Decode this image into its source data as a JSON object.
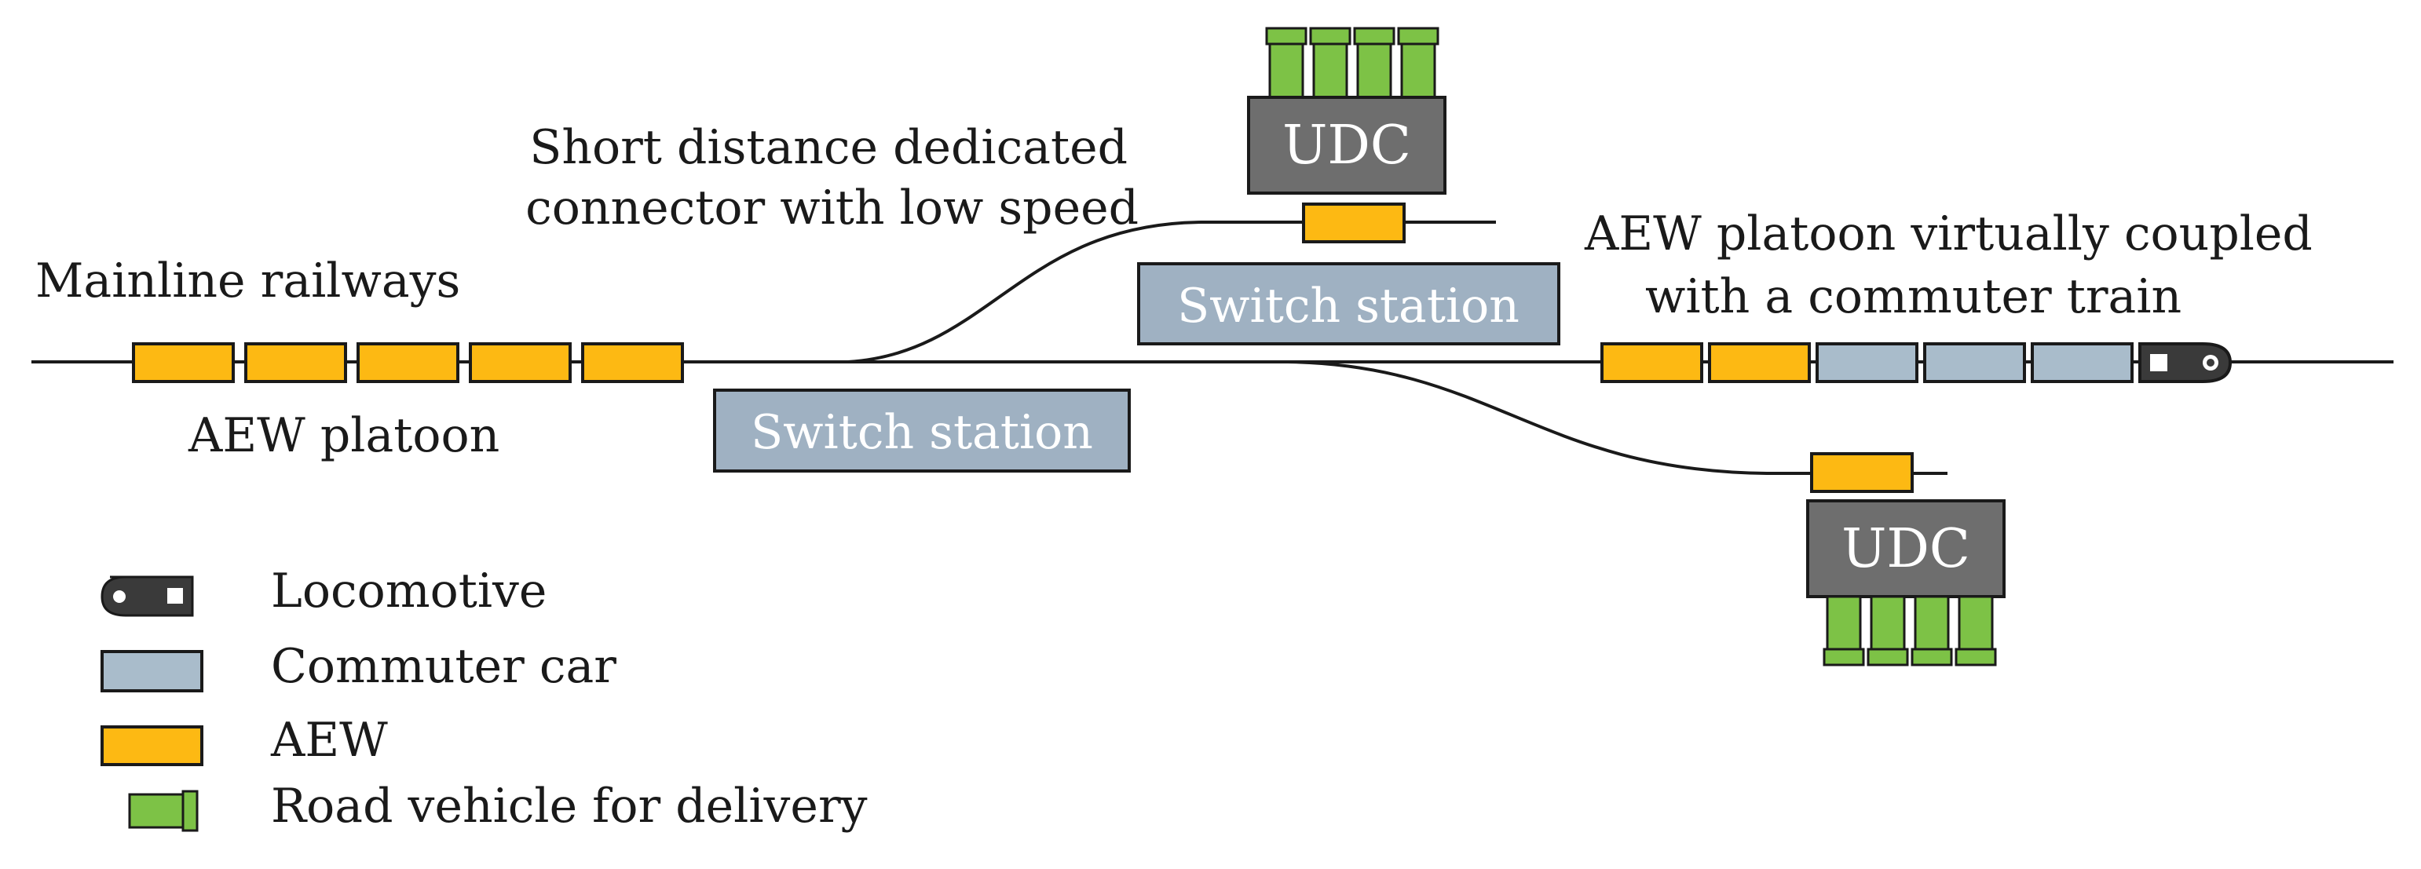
{
  "diagram": {
    "labels": {
      "mainline": "Mainline railways",
      "aew_platoon": "AEW platoon",
      "connector_line1": "Short distance dedicated",
      "connector_line2": "connector with low speed",
      "coupled_line1": "AEW platoon virtually coupled",
      "coupled_line2": "with a commuter train"
    },
    "switch_station_label": "Switch station",
    "udc_label": "UDC",
    "legend": [
      {
        "symbol": "locomotive",
        "label": "Locomotive"
      },
      {
        "symbol": "commuter-car",
        "label": "Commuter car"
      },
      {
        "symbol": "aew",
        "label": "AEW"
      },
      {
        "symbol": "road-vehicle",
        "label": "Road vehicle for delivery"
      }
    ],
    "colors": {
      "aew": "#FDB913",
      "commuter_car": "#A9BCCB",
      "switch_station": "#9FB1C2",
      "udc": "#6E6E6E",
      "road_vehicle": "#7DC246",
      "locomotive": "#3A3A3A",
      "track": "#1a1a1a"
    }
  }
}
